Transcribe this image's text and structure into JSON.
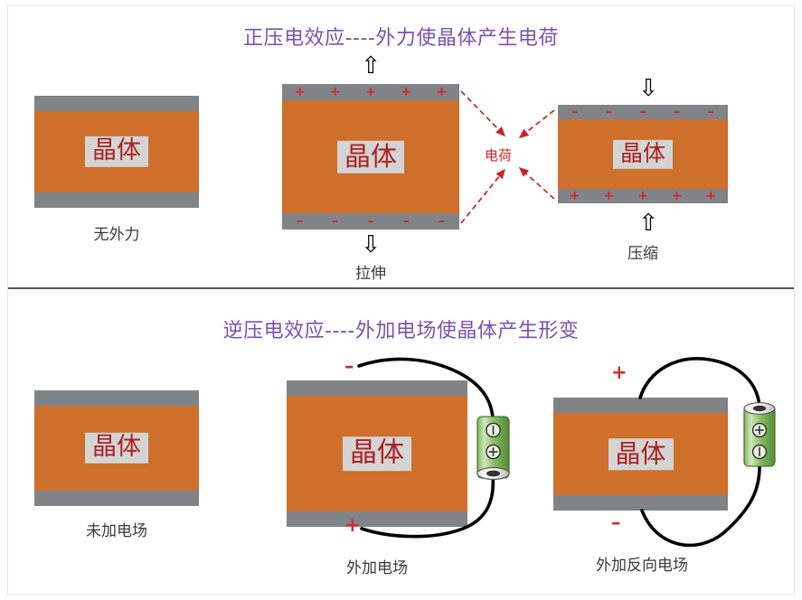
{
  "figure": {
    "background_color": "#ffffff",
    "accent_title_color": "#7B52AB",
    "crystal_color": "#CE6F2C",
    "electrode_color": "#808488",
    "label_box_color": "#D4D4D4",
    "label_text_color": "#AB2222",
    "charge_red": "#E02020",
    "dashed_arrow_color": "#CC2222",
    "battery_green": "#6FAF4A"
  },
  "top_panel": {
    "title": "正压电效应----外力使晶体产生电荷",
    "charge_label": "电荷",
    "blocks": [
      {
        "crystal_text": "晶体",
        "caption": "无外力",
        "top_charges": [],
        "bottom_charges": []
      },
      {
        "crystal_text": "晶体",
        "caption": "拉伸",
        "arrow_top": "⇧",
        "arrow_bottom": "⇩",
        "top_charges": [
          "+",
          "+",
          "+",
          "+",
          "+"
        ],
        "bottom_charges": [
          "–",
          "–",
          "–",
          "–",
          "–"
        ]
      },
      {
        "crystal_text": "晶体",
        "caption": "压缩",
        "arrow_top": "⇩",
        "arrow_bottom": "⇧",
        "top_charges": [
          "–",
          "–",
          "–",
          "–",
          "–"
        ],
        "bottom_charges": [
          "+",
          "+",
          "+",
          "+",
          "+"
        ]
      }
    ]
  },
  "bottom_panel": {
    "title": "逆压电效应----外加电场使晶体产生形变",
    "blocks": [
      {
        "crystal_text": "晶体",
        "caption": "未加电场",
        "polarity_top": "",
        "polarity_bottom": ""
      },
      {
        "crystal_text": "晶体",
        "caption": "外加电场",
        "polarity_top": "–",
        "polarity_bottom": "+",
        "battery": {
          "top_terminal": "⊖",
          "bottom_terminal": "⊕"
        }
      },
      {
        "crystal_text": "晶体",
        "caption": "外加反向电场",
        "polarity_top": "+",
        "polarity_bottom": "–",
        "battery": {
          "top_terminal": "⊕",
          "bottom_terminal": "⊖"
        }
      }
    ]
  }
}
